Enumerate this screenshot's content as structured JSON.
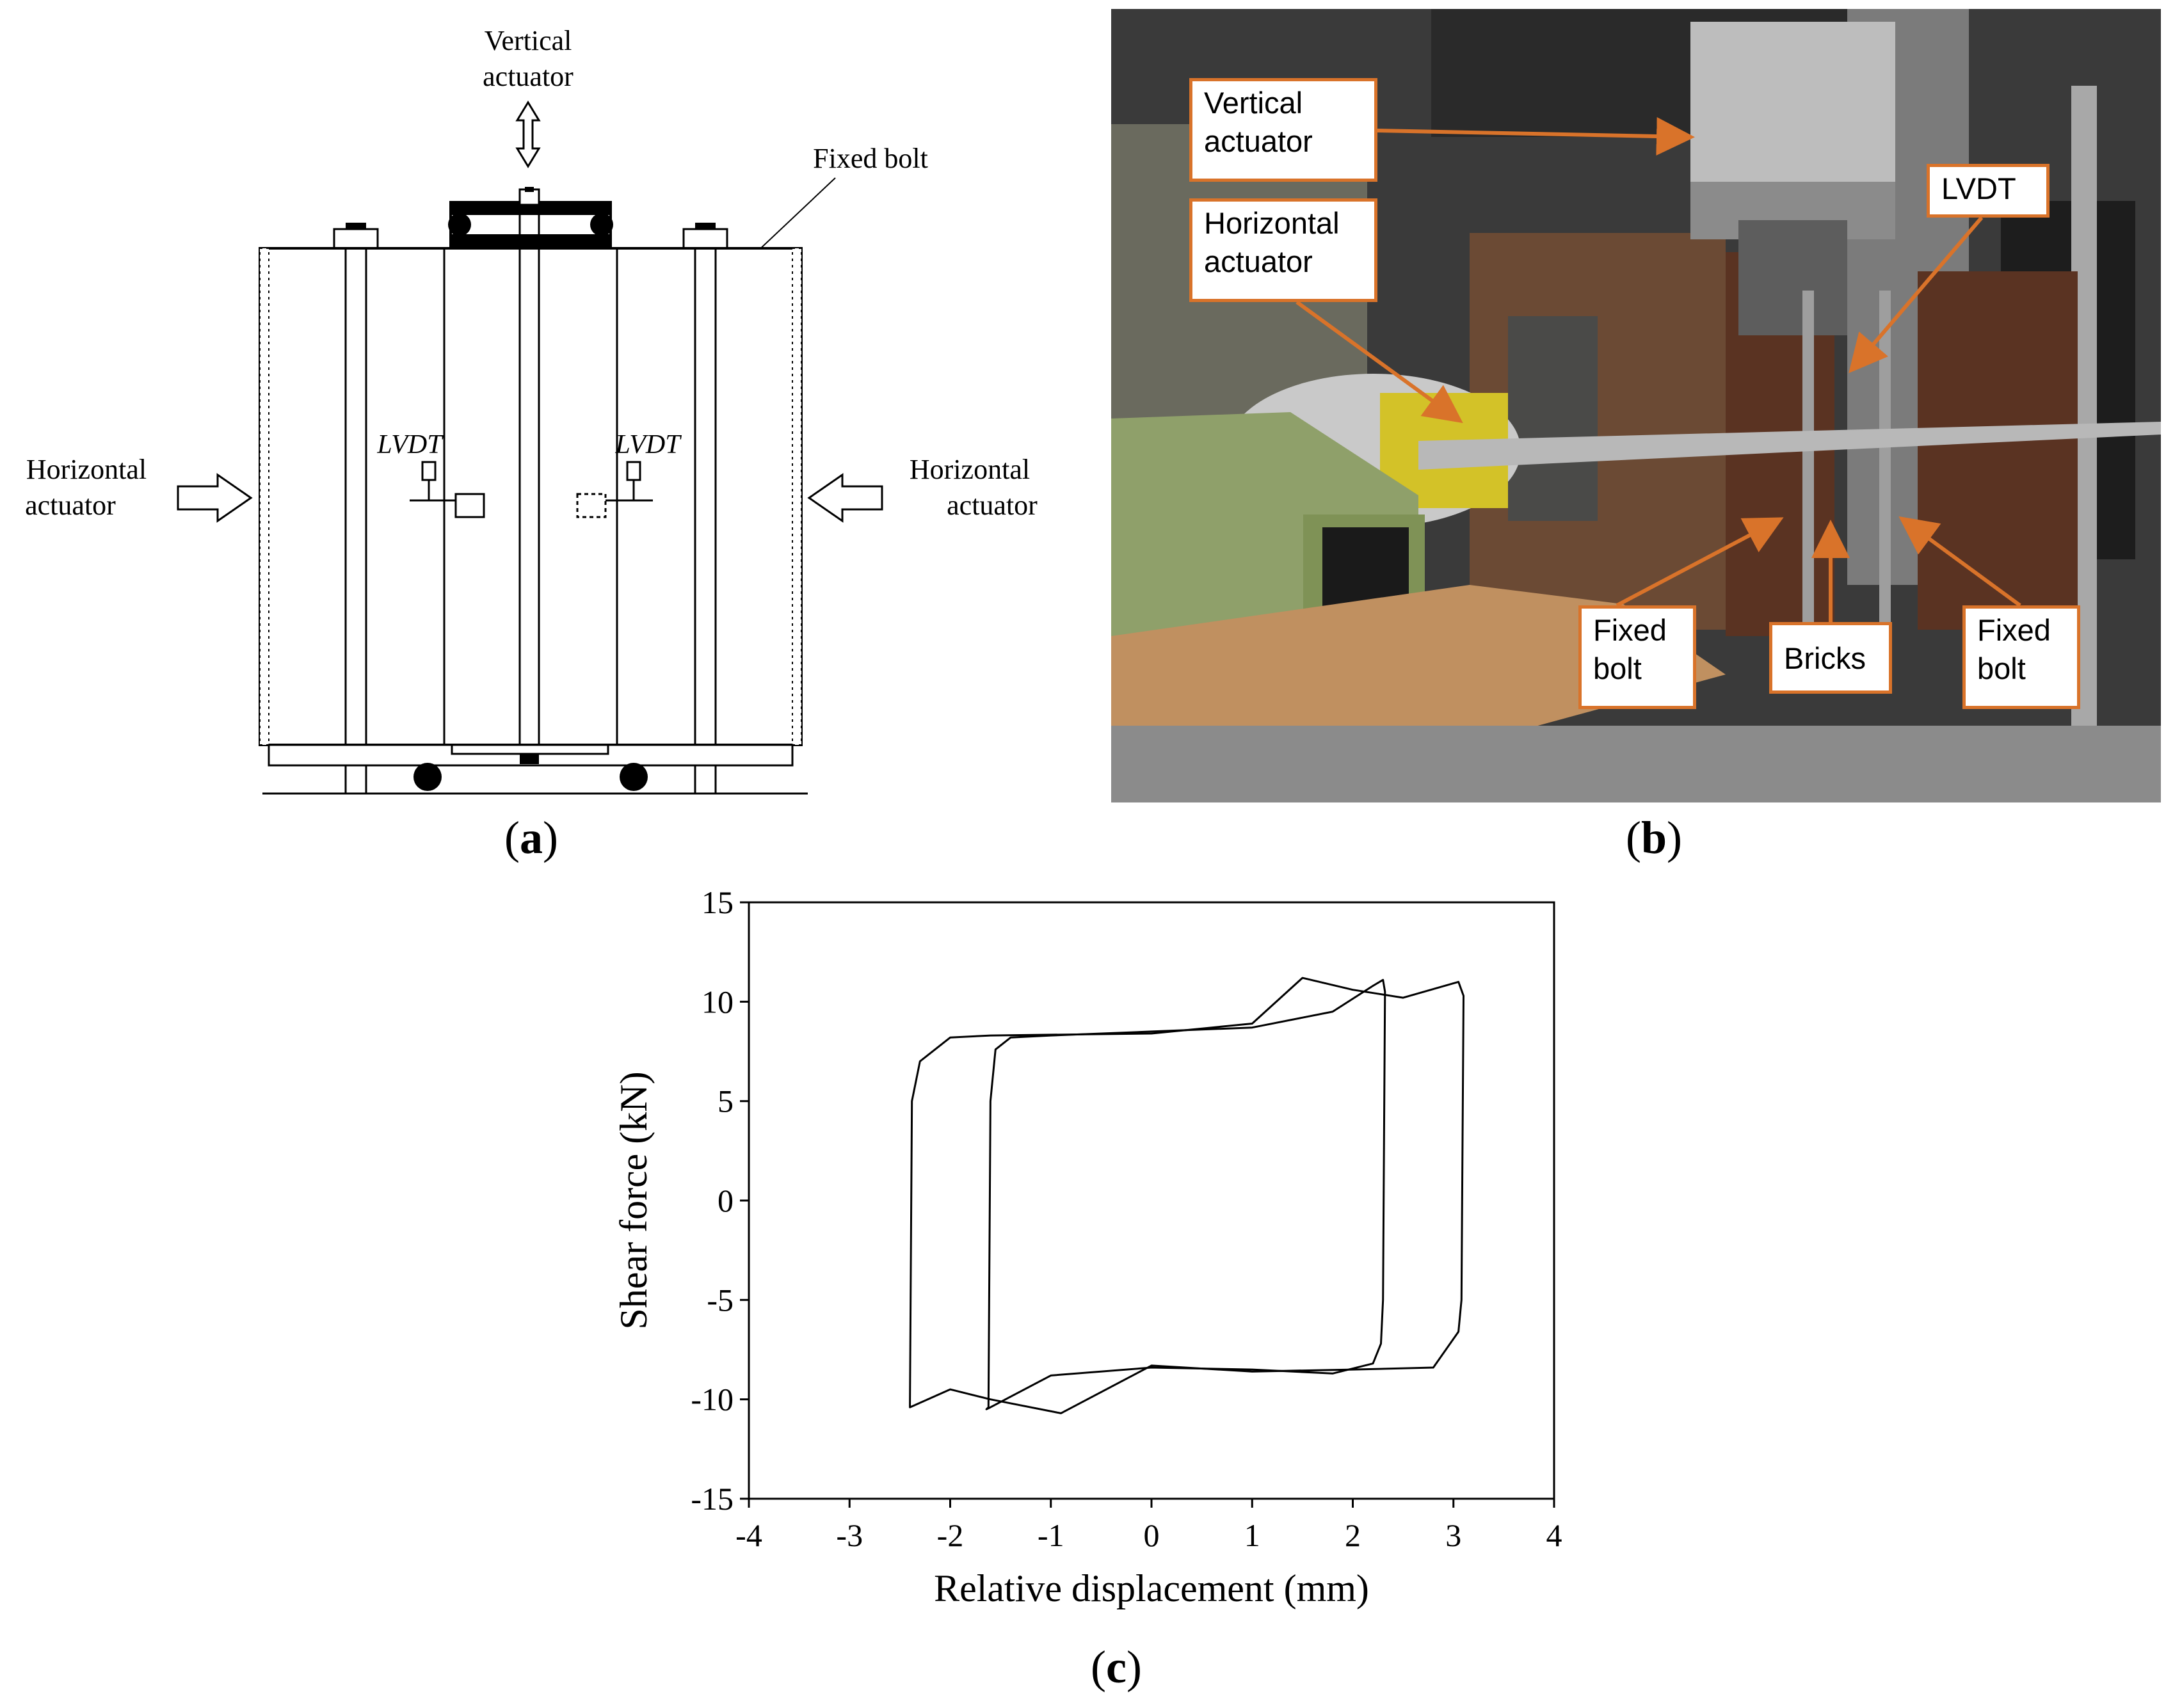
{
  "panel_a": {
    "caption": "a",
    "vertical_actuator": [
      "Vertical",
      "actuator"
    ],
    "fixed_bolt": "Fixed bolt",
    "horizontal_left": [
      "Horizontal",
      "actuator"
    ],
    "horizontal_right": [
      "Horizontal",
      "actuator"
    ],
    "lvdt_left": "LVDT",
    "lvdt_right": "LVDT"
  },
  "panel_b": {
    "caption": "b",
    "labels": {
      "vertical_actuator": [
        "Vertical",
        "actuator"
      ],
      "horizontal_actuator": [
        "Horizontal",
        "actuator"
      ],
      "lvdt": "LVDT",
      "fixed_bolt_left": [
        "Fixed",
        "bolt"
      ],
      "bricks": "Bricks",
      "fixed_bolt_right": [
        "Fixed",
        "bolt"
      ]
    },
    "accent": "#d9732a"
  },
  "panel_c": {
    "caption": "c"
  },
  "chart_data": {
    "type": "line",
    "title": "",
    "xlabel": "Relative displacement (mm)",
    "ylabel": "Shear force (kN)",
    "xlim": [
      -4,
      4
    ],
    "ylim": [
      -15,
      15
    ],
    "xticks": [
      -4,
      -3,
      -2,
      -1,
      0,
      1,
      2,
      3,
      4
    ],
    "yticks": [
      15,
      10,
      5,
      0,
      -5,
      -10,
      -15
    ],
    "grid": false,
    "series": [
      {
        "name": "",
        "x": [
          -1.62,
          -1.6,
          -1.55,
          -1.4,
          -1.0,
          0.0,
          1.0,
          1.8,
          2.2,
          2.3,
          2.32,
          2.3,
          2.28,
          2.2,
          1.8,
          1.0,
          0.0,
          -1.0,
          -1.6,
          -1.64,
          -1.62
        ],
        "y": [
          -10.4,
          5.0,
          7.6,
          8.2,
          8.3,
          8.5,
          8.7,
          9.5,
          10.8,
          11.1,
          10.5,
          -5.0,
          -7.2,
          -8.2,
          -8.7,
          -8.5,
          -8.4,
          -8.8,
          -10.4,
          -10.5,
          -10.4
        ]
      },
      {
        "name": "",
        "x": [
          -2.4,
          -2.38,
          -2.3,
          -2.0,
          -1.6,
          0.0,
          1.0,
          1.5,
          2.0,
          2.5,
          3.05,
          3.1,
          3.08,
          3.05,
          2.8,
          2.0,
          1.0,
          0.0,
          -0.9,
          -1.6,
          -2.0,
          -2.4,
          -2.4
        ],
        "y": [
          -10.3,
          5.0,
          7.0,
          8.2,
          8.3,
          8.4,
          8.9,
          11.2,
          10.6,
          10.2,
          11.0,
          10.3,
          -5.0,
          -6.6,
          -8.4,
          -8.5,
          -8.6,
          -8.3,
          -10.7,
          -10.0,
          -9.5,
          -10.4,
          -10.3
        ]
      }
    ]
  }
}
